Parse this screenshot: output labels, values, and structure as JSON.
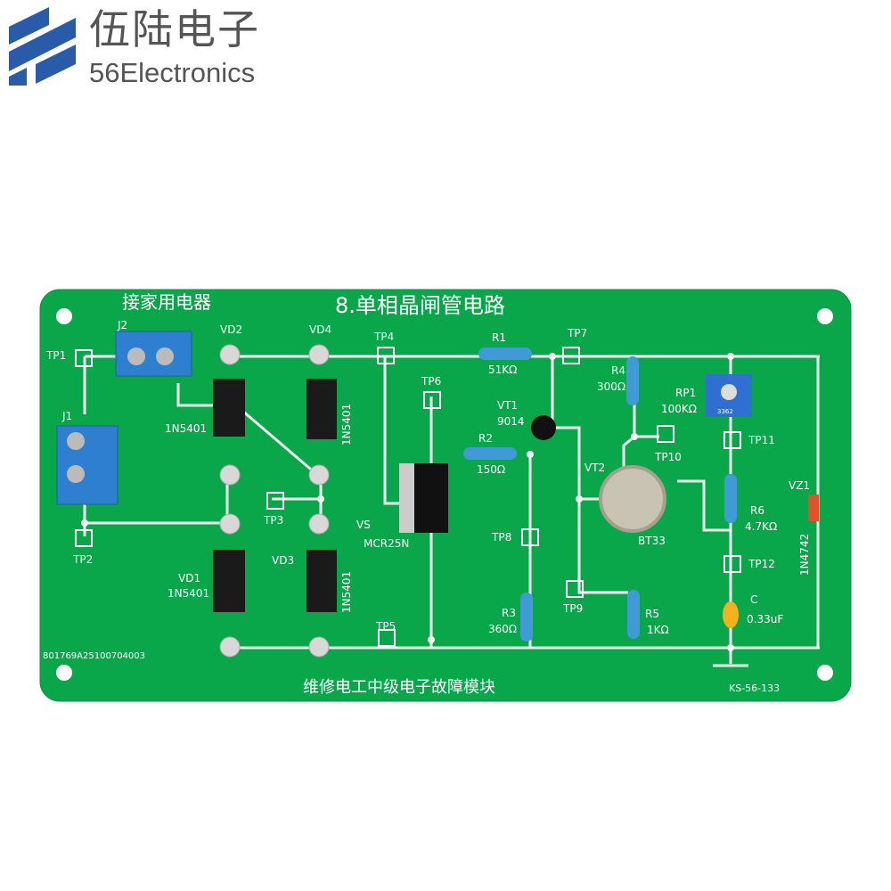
{
  "brand": {
    "name_cn": "伍陆电子",
    "name_en": "56Electronics",
    "color": "#2a5ba8"
  },
  "board": {
    "title": "8.单相晶闸管电路",
    "subtitle": "维修电工中级电子故障模块",
    "load_label": "接家用电器",
    "serial": "801769A25100704003",
    "model": "KS-56-133",
    "pcb_color": "#0aa64a",
    "labels": {
      "j1": "J1",
      "j2": "J2",
      "tp1": "TP1",
      "tp2": "TP2",
      "tp3": "TP3",
      "tp4": "TP4",
      "tp5": "TP5",
      "tp6": "TP6",
      "tp7": "TP7",
      "tp8": "TP8",
      "tp9": "TP9",
      "tp10": "TP10",
      "tp11": "TP11",
      "tp12": "TP12",
      "vd1": "VD1",
      "vd2": "VD2",
      "vd3": "VD3",
      "vd4": "VD4",
      "vd1_part": "1N5401",
      "vd2_part": "1N5401",
      "vd3_part": "1N5401",
      "vd4_part": "1N5401",
      "vs": "VS",
      "vs_part": "MCR25N",
      "r1": "R1",
      "r1_val": "51KΩ",
      "r2": "R2",
      "r2_val": "150Ω",
      "r3": "R3",
      "r3_val": "360Ω",
      "r4": "R4",
      "r4_val": "300Ω",
      "r5": "R5",
      "r5_val": "1KΩ",
      "r6": "R6",
      "r6_val": "4.7KΩ",
      "rp1": "RP1",
      "rp1_val": "100KΩ",
      "rp1_marking": "3362",
      "vt1": "VT1",
      "vt1_part": "9014",
      "vt2": "VT2",
      "vt2_part": "BT33",
      "vz1": "VZ1",
      "vz1_part": "1N4742",
      "c": "C",
      "c_val": "0.33uF"
    }
  }
}
